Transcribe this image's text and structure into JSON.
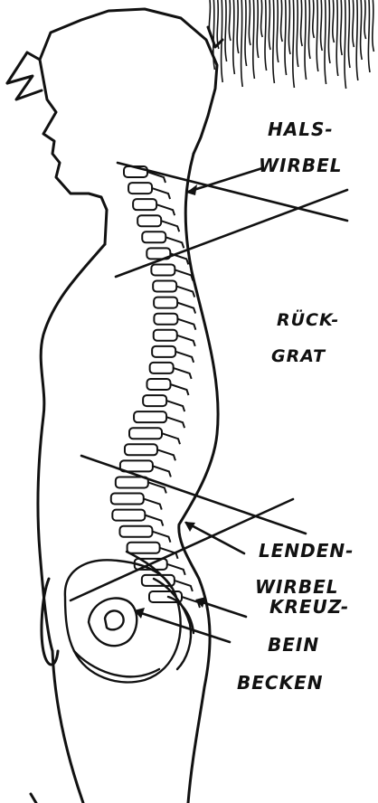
{
  "labels": {
    "hals_line1": "HALS-",
    "hals_line2": "WIRBEL",
    "ruck_line1": "RÜCK-",
    "ruck_line2": "GRAT",
    "lenden_line1": "LENDEN-",
    "lenden_line2": "WIRBEL",
    "kreuz_line1": "KREUZ-",
    "kreuz_line2": "BEIN",
    "becken": "BECKEN"
  },
  "colors": {
    "ink": "#111111",
    "paper": "#ffffff"
  }
}
